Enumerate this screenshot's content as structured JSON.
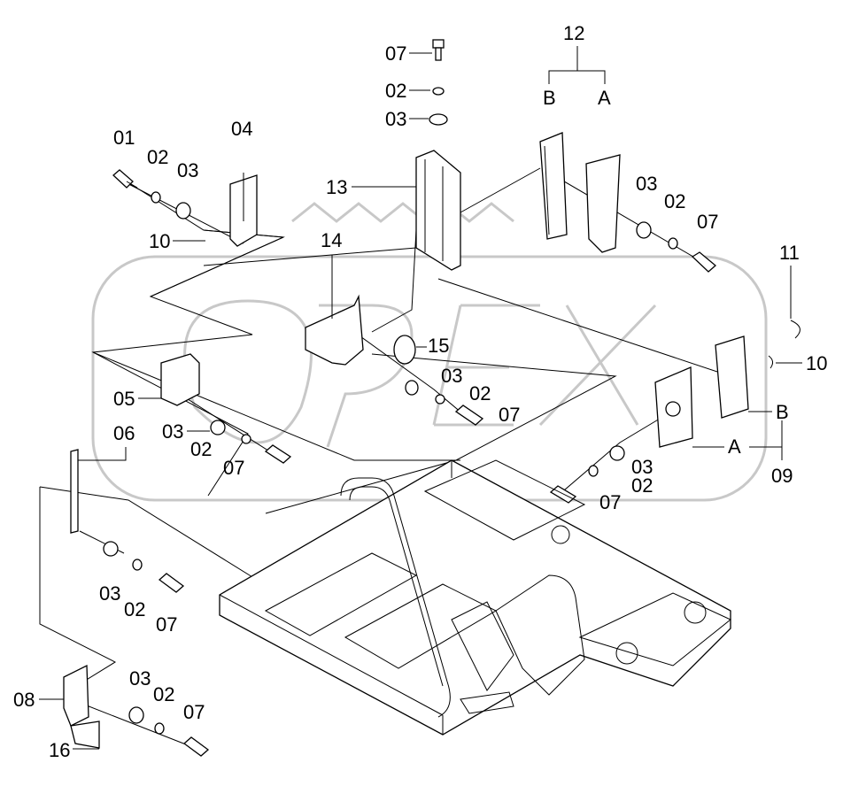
{
  "diagram": {
    "watermark": "OPEX",
    "callouts": [
      {
        "id": "c01a",
        "text": "01"
      },
      {
        "id": "c02a",
        "text": "02"
      },
      {
        "id": "c03a",
        "text": "03"
      },
      {
        "id": "c04",
        "text": "04"
      },
      {
        "id": "c10a",
        "text": "10"
      },
      {
        "id": "c07a",
        "text": "07"
      },
      {
        "id": "c02b",
        "text": "02"
      },
      {
        "id": "c03b",
        "text": "03"
      },
      {
        "id": "c13",
        "text": "13"
      },
      {
        "id": "c12",
        "text": "12"
      },
      {
        "id": "c12B",
        "text": "B"
      },
      {
        "id": "c12A",
        "text": "A"
      },
      {
        "id": "c03c",
        "text": "03"
      },
      {
        "id": "c02c",
        "text": "02"
      },
      {
        "id": "c07c",
        "text": "07"
      },
      {
        "id": "c11",
        "text": "11"
      },
      {
        "id": "c14",
        "text": "14"
      },
      {
        "id": "c15",
        "text": "15"
      },
      {
        "id": "c03d",
        "text": "03"
      },
      {
        "id": "c02d",
        "text": "02"
      },
      {
        "id": "c07d",
        "text": "07"
      },
      {
        "id": "c10b",
        "text": "10"
      },
      {
        "id": "c09B",
        "text": "B"
      },
      {
        "id": "c09A",
        "text": "A"
      },
      {
        "id": "c09",
        "text": "09"
      },
      {
        "id": "c05",
        "text": "05"
      },
      {
        "id": "c03e",
        "text": "03"
      },
      {
        "id": "c02e",
        "text": "02"
      },
      {
        "id": "c07e",
        "text": "07"
      },
      {
        "id": "c06",
        "text": "06"
      },
      {
        "id": "c03f",
        "text": "03"
      },
      {
        "id": "c02f",
        "text": "02"
      },
      {
        "id": "c07f",
        "text": "07"
      },
      {
        "id": "c03g",
        "text": "03"
      },
      {
        "id": "c02g",
        "text": "02"
      },
      {
        "id": "c07g",
        "text": "07"
      },
      {
        "id": "c08",
        "text": "08"
      },
      {
        "id": "c16",
        "text": "16"
      },
      {
        "id": "c03h",
        "text": "03"
      },
      {
        "id": "c02h",
        "text": "02"
      },
      {
        "id": "c07h",
        "text": "07"
      }
    ]
  }
}
